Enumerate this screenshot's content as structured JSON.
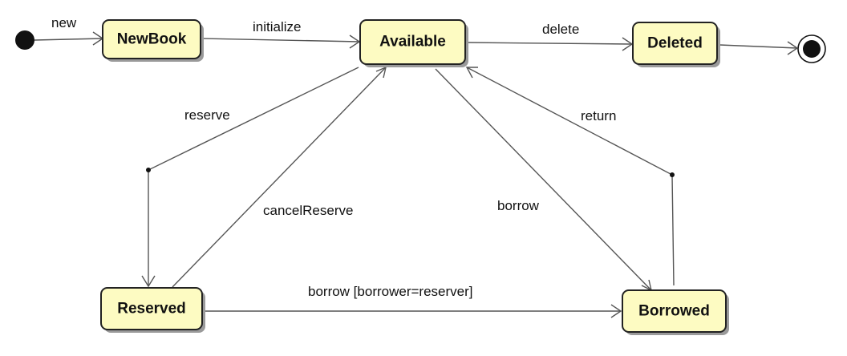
{
  "states": {
    "newbook": "NewBook",
    "available": "Available",
    "deleted": "Deleted",
    "reserved": "Reserved",
    "borrowed": "Borrowed"
  },
  "transitions": {
    "new": "new",
    "initialize": "initialize",
    "delete": "delete",
    "reserve": "reserve",
    "cancel_reserve": "cancelReserve",
    "borrow": "borrow",
    "return": "return",
    "borrow_reserved": "borrow [borrower=reserver]"
  },
  "colors": {
    "state_fill": "#fdfbc2",
    "state_border": "#222222",
    "edge": "#555555",
    "text": "#111111"
  }
}
